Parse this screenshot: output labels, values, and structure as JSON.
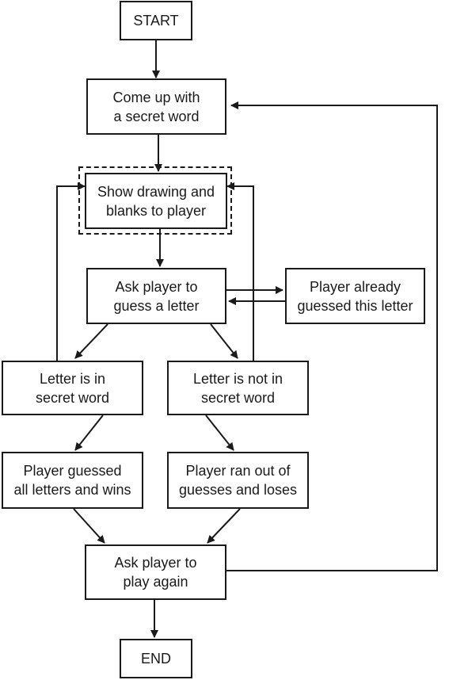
{
  "nodes": {
    "start": "START",
    "secret": "Come up with\na secret word",
    "show": "Show drawing and\nblanks to player",
    "ask_guess": "Ask player to\nguess a letter",
    "already": "Player already\nguessed this letter",
    "in_word": "Letter is in\nsecret word",
    "not_in_word": "Letter is not in\nsecret word",
    "wins": "Player guessed\nall letters and wins",
    "loses": "Player ran out of\nguesses and loses",
    "play_again": "Ask player to\nplay again",
    "end": "END"
  },
  "colors": {
    "stroke": "#1a1a1a",
    "background": "#ffffff"
  }
}
